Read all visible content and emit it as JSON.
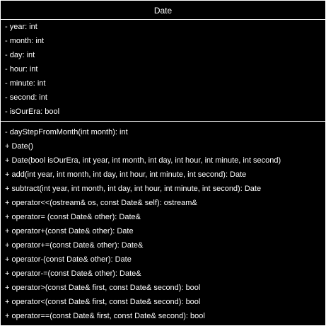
{
  "class_diagram": {
    "class_name": "Date",
    "attributes": [
      "- year: int",
      "- month: int",
      "- day: int",
      "- hour: int",
      "- minute: int",
      "- second: int",
      "- isOurEra: bool"
    ],
    "methods": [
      "- dayStepFromMonth(int month): int",
      "+ Date()",
      "+ Date(bool isOurEra, int year, int month, int day, int hour, int minute, int second)",
      "+ add(int year, int month, int day, int hour, int minute, int second): Date",
      "+ subtract(int year, int month, int day, int hour, int minute, int second): Date",
      "+ operator<<(ostream& os, const Date& self): ostream&",
      "+ operator= (const Date& other): Date&",
      "+ operator+(const Date& other): Date",
      "+ operator+=(const Date& other): Date&",
      "+ operator-(const Date& other): Date",
      "+ operator-=(const Date& other): Date&",
      "+ operator>(const Date& first, const Date& second): bool",
      "+ operator<(const Date& first, const Date& second): bool",
      "+ operator==(const Date& first, const Date& second): bool"
    ]
  }
}
